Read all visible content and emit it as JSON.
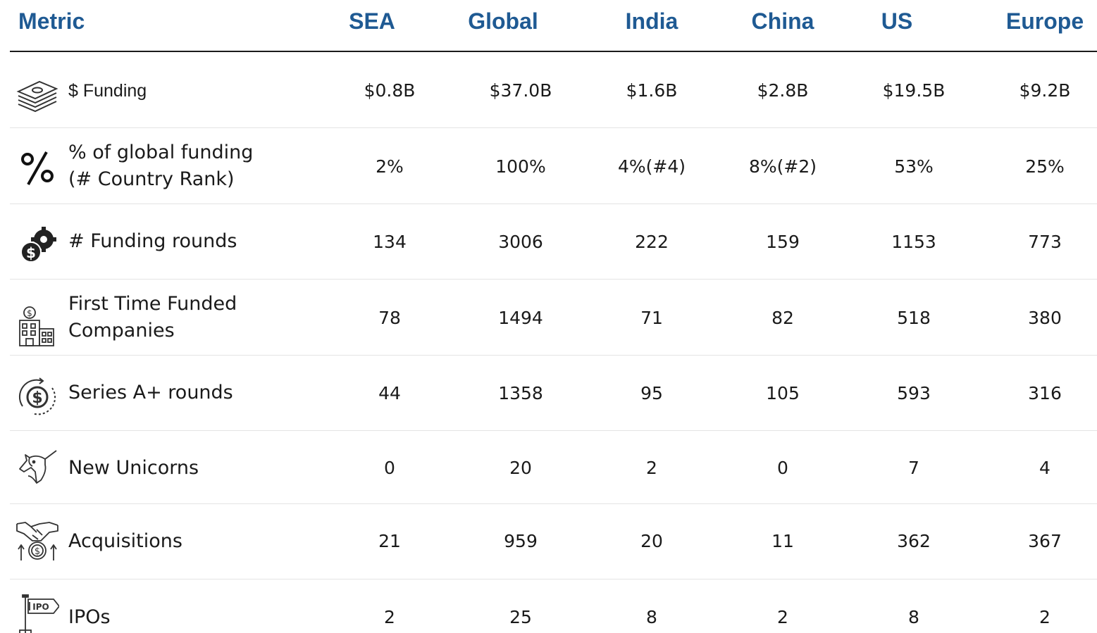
{
  "header": {
    "metric": "Metric",
    "columns": [
      "SEA",
      "Global",
      "India",
      "China",
      "US",
      "Europe"
    ]
  },
  "rows": [
    {
      "icon": "cash-stack-icon",
      "label": "$ Funding",
      "values": [
        "$0.8B",
        "$37.0B",
        "$1.6B",
        "$2.8B",
        "$19.5B",
        "$9.2B"
      ]
    },
    {
      "icon": "percent-icon",
      "label": "% of global funding (# Country Rank)",
      "values": [
        "2%",
        "100%",
        "4%(#4)",
        "8%(#2)",
        "53%",
        "25%"
      ]
    },
    {
      "icon": "money-gear-icon",
      "label": "# Funding rounds",
      "values": [
        "134",
        "3006",
        "222",
        "159",
        "1153",
        "773"
      ]
    },
    {
      "icon": "building-dollar-icon",
      "label": "First Time Funded Companies",
      "values": [
        "78",
        "1494",
        "71",
        "82",
        "518",
        "380"
      ]
    },
    {
      "icon": "dollar-cycle-icon",
      "label": "Series A+ rounds",
      "values": [
        "44",
        "1358",
        "95",
        "105",
        "593",
        "316"
      ]
    },
    {
      "icon": "unicorn-icon",
      "label": "New Unicorns",
      "values": [
        "0",
        "20",
        "2",
        "0",
        "7",
        "4"
      ]
    },
    {
      "icon": "handshake-dollar-icon",
      "label": "Acquisitions",
      "values": [
        "21",
        "959",
        "20",
        "11",
        "362",
        "367"
      ]
    },
    {
      "icon": "ipo-signpost-icon",
      "label": "IPOs",
      "values": [
        "2",
        "25",
        "8",
        "2",
        "8",
        "2"
      ]
    }
  ]
}
